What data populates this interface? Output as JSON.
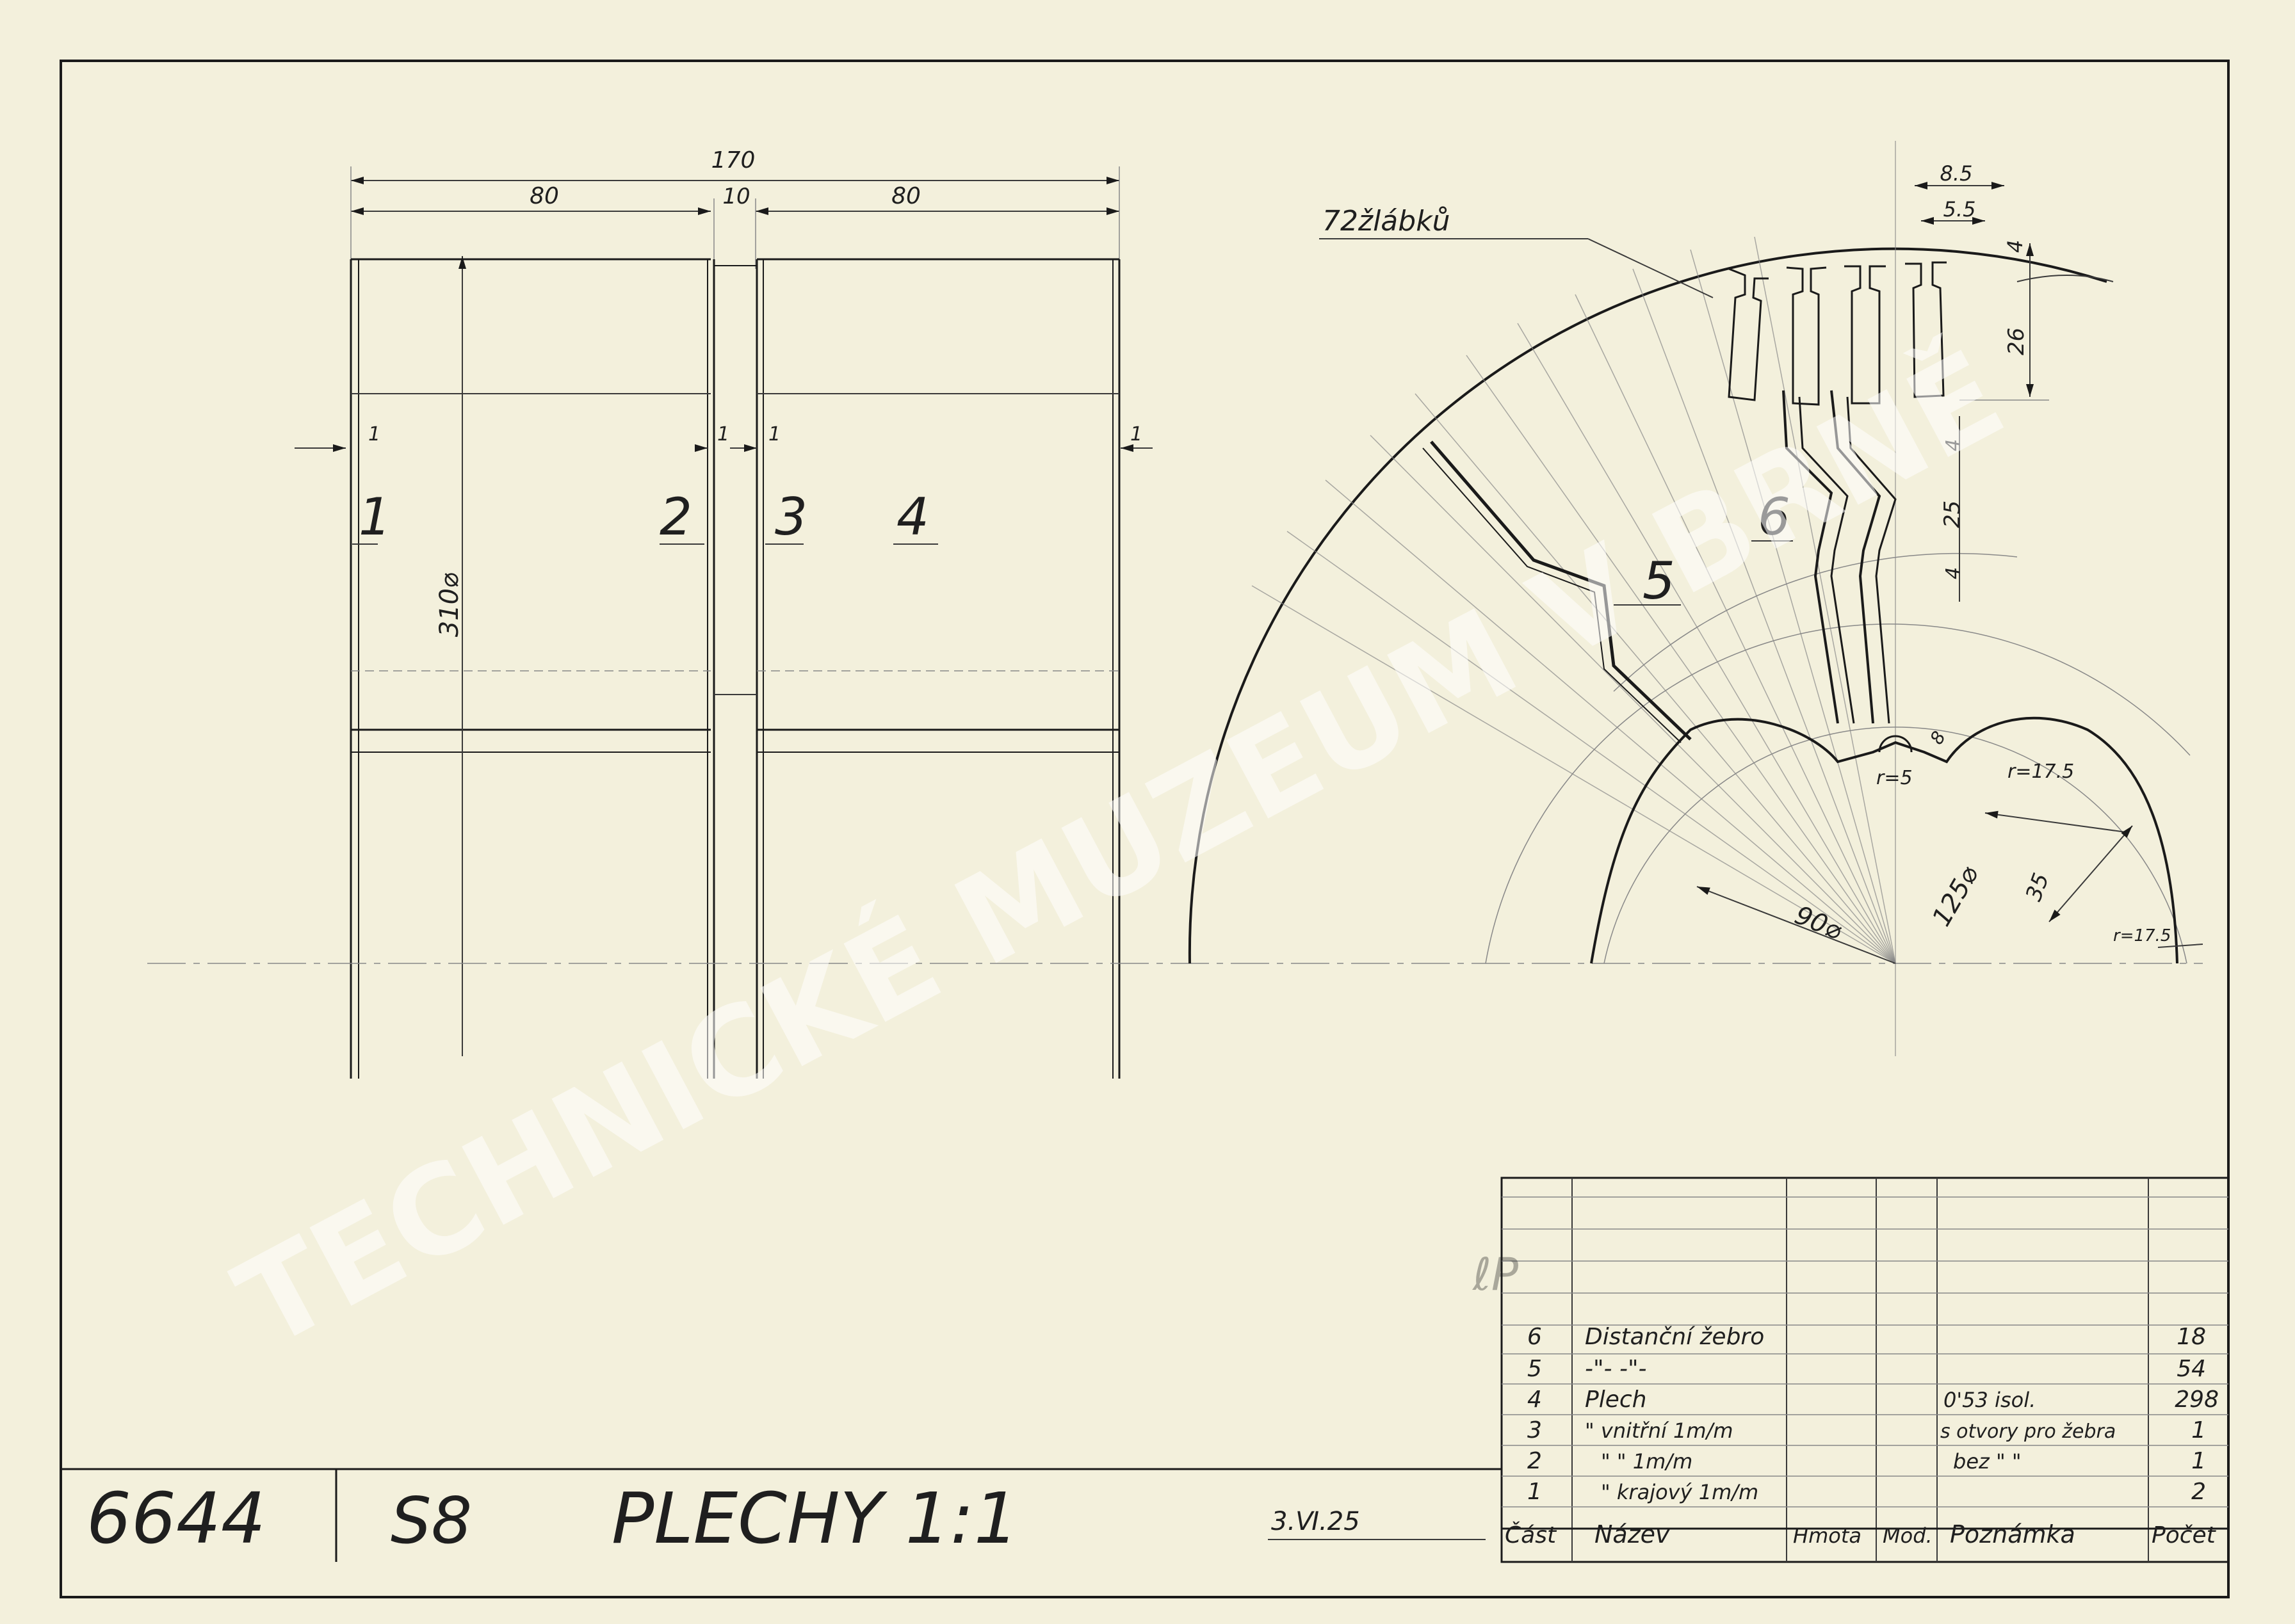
{
  "drawing": {
    "dims": {
      "total_width": "170",
      "section_left": "80",
      "gap": "10",
      "section_right": "80",
      "diameter_310": "310⌀",
      "thickness_1": "1",
      "slots_count": "72žlábků",
      "slot_width_outer": "8.5",
      "slot_width_inner": "5.5",
      "slot_top": "4",
      "slot_depth": "26",
      "rib_a": "4",
      "rib_b": "25",
      "rib_c": "4",
      "r_5": "r=5",
      "r_8": "8",
      "r_175a": "r=17.5",
      "r_175b": "r=17.5",
      "d_90": "90⌀",
      "d_125": "125⌀",
      "d_35": "35"
    },
    "part_labels": [
      "1",
      "2",
      "3",
      "4",
      "5",
      "6"
    ]
  },
  "title_block": {
    "drawing_number": "6644",
    "code": "S8",
    "title": "PLECHY 1:1",
    "date": "3.Ⅵ.25",
    "stamp": "ℓP"
  },
  "parts_table": {
    "headers": [
      "Část",
      "Název",
      "Hmota",
      "Mod.",
      "Poznámka",
      "Počet"
    ],
    "rows": [
      {
        "part": "6",
        "name": "Distanční žebro",
        "note": "",
        "count": "18"
      },
      {
        "part": "5",
        "name": "-\"-   -\"-",
        "note": "",
        "count": "54"
      },
      {
        "part": "4",
        "name": "Plech",
        "note": "0'53 isol.",
        "count": "298"
      },
      {
        "part": "3",
        "name": "\" vnitřní 1m/m",
        "note": "s otvory pro žebra",
        "count": "1"
      },
      {
        "part": "2",
        "name": "\"  \"  1m/m",
        "note": "bez  \"  \"",
        "count": "1"
      },
      {
        "part": "1",
        "name": "\" krajový 1m/m",
        "note": "",
        "count": "2"
      }
    ]
  },
  "watermark": "TECHNICKÉ MUZEUM V BRNĚ"
}
